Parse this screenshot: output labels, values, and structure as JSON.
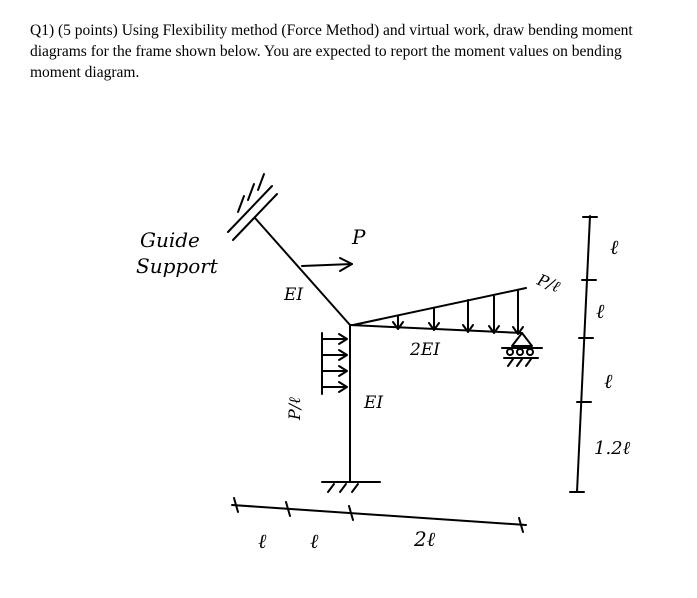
{
  "question": {
    "text": "Q1) (5 points) Using Flexibility method (Force Method) and virtual work, draw bending moment diagrams for the frame shown below. You are expected to report the moment values on bending moment diagram."
  },
  "diagram": {
    "guide_label_1": "Guide",
    "guide_label_2": "Support",
    "load_P": "P",
    "ei_incline": "EI",
    "ei_column": "EI",
    "ei_beam": "2EI",
    "dist_load_column": "P/ℓ",
    "dist_load_beam": "P/ℓ",
    "dim_h1": "ℓ",
    "dim_h2": "ℓ",
    "dim_h3": "2ℓ",
    "dim_v1": "ℓ",
    "dim_v2": "ℓ",
    "dim_v3": "ℓ",
    "dim_v4": "1.2ℓ"
  }
}
